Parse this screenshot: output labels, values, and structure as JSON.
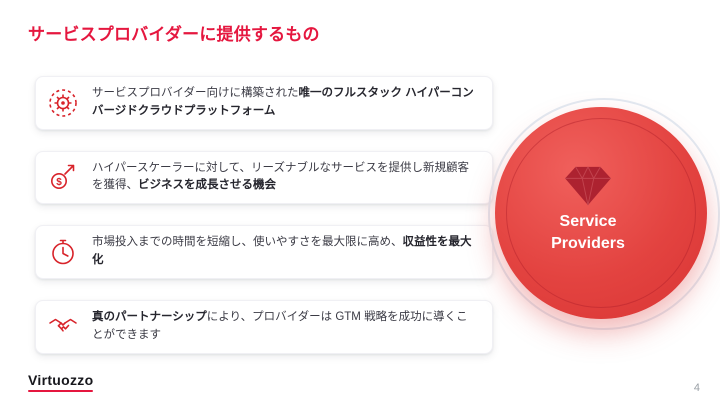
{
  "slide": {
    "title": "サービスプロバイダーに提供するもの",
    "page_number": "4",
    "logo": "Virtuozzo"
  },
  "cards": [
    {
      "icon": "gear-icon",
      "segments": [
        {
          "text": "サービスプロバイダー向けに構築された",
          "bold": false
        },
        {
          "text": "唯一のフルスタック ハイパーコンバージドクラウドプラットフォーム",
          "bold": true
        }
      ]
    },
    {
      "icon": "growth-dollar-icon",
      "segments": [
        {
          "text": "ハイパースケーラーに対して、リーズナブルなサービスを提供し新規顧客を獲得、",
          "bold": false
        },
        {
          "text": "ビジネスを成長させる機会",
          "bold": true
        }
      ]
    },
    {
      "icon": "clock-icon",
      "segments": [
        {
          "text": "市場投入までの時間を短縮し、使いやすさを最大限に高め、",
          "bold": false
        },
        {
          "text": "収益性を最大化",
          "bold": true
        }
      ]
    },
    {
      "icon": "handshake-icon",
      "segments": [
        {
          "text": "真のパートナーシップ",
          "bold": true
        },
        {
          "text": "により、プロバイダーは GTM 戦略を成功に導くことができます",
          "bold": false
        }
      ]
    }
  ],
  "circle": {
    "icon": "diamond-icon",
    "line1": "Service",
    "line2": "Providers"
  },
  "colors": {
    "brand_red": "#e5173f",
    "icon_red": "#d8232a",
    "circle_red": "#e23c3b",
    "diamond_red": "#ad2230",
    "body_text": "#3b3b45",
    "page_number_gray": "#9aa0a6"
  }
}
